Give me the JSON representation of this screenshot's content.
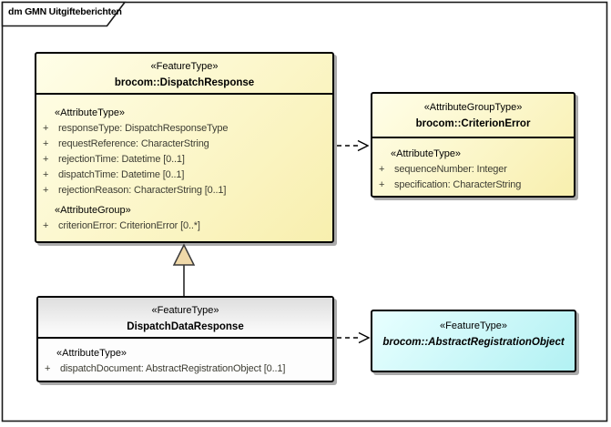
{
  "frame": {
    "title": "dm GMN Uitgifteberichten"
  },
  "boxes": {
    "dispatchResponse": {
      "stereotype": "«FeatureType»",
      "name": "brocom::DispatchResponse",
      "attrHeading": "«AttributeType»",
      "attrs": [
        {
          "vis": "+",
          "text": "responseType: DispatchResponseType"
        },
        {
          "vis": "+",
          "text": "requestReference: CharacterString"
        },
        {
          "vis": "+",
          "text": "rejectionTime: Datetime [0..1]"
        },
        {
          "vis": "+",
          "text": "dispatchTime: Datetime [0..1]"
        },
        {
          "vis": "+",
          "text": "rejectionReason: CharacterString [0..1]"
        }
      ],
      "groupHeading": "«AttributeGroup»",
      "groupAttrs": [
        {
          "vis": "+",
          "text": "criterionError: CriterionError [0..*]"
        }
      ]
    },
    "criterionError": {
      "stereotype": "«AttributeGroupType»",
      "name": "brocom::CriterionError",
      "attrHeading": "«AttributeType»",
      "attrs": [
        {
          "vis": "+",
          "text": "sequenceNumber: Integer"
        },
        {
          "vis": "+",
          "text": "specification: CharacterString"
        }
      ]
    },
    "dispatchDataResponse": {
      "stereotype": "«FeatureType»",
      "name": "DispatchDataResponse",
      "attrHeading": "«AttributeType»",
      "attrs": [
        {
          "vis": "+",
          "text": "dispatchDocument: AbstractRegistrationObject [0..1]"
        }
      ]
    },
    "abstractRegistrationObject": {
      "stereotype": "«FeatureType»",
      "name": "brocom::AbstractRegistrationObject"
    }
  },
  "colors": {
    "classFillTop": "#fffee8",
    "classFillBottom": "#f8efae",
    "cyanFillTop": "#e8ffff",
    "cyanFillBottom": "#b2f1f3",
    "grayHeaderTop": "#dedede",
    "border": "#000000",
    "attributeText": "#3d3d33",
    "generalizationTriangle": "#f0d9a9",
    "shadow": "#ababab"
  }
}
